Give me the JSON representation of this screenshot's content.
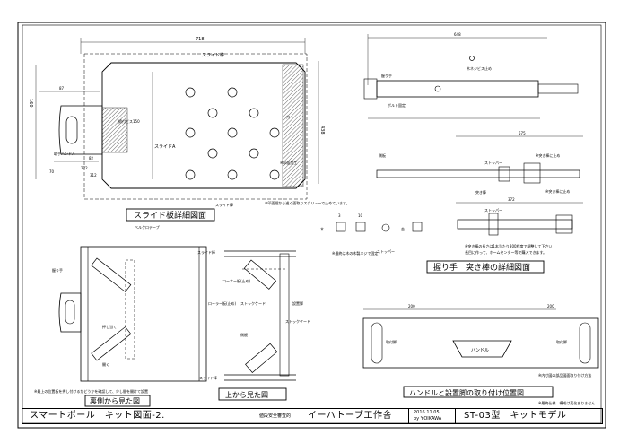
{
  "title_block": {
    "product": "スマートポール　キット図面-2.",
    "maker_note": "値段安全審査的",
    "maker": "イーハトーブ工作舎",
    "date": "2016.11.05",
    "author": "by Y.OIKAWA",
    "model": "ST-03型　キットモデル"
  },
  "slide_panel": {
    "title": "スライド板詳細図面",
    "dim_top": "718",
    "dim_left": "160",
    "dim_side": "438",
    "label_slide_bar": "スライド棒",
    "label_slide_a": "スライドA",
    "label_handle": "取手ハンドル",
    "label_screws": "締付ビス150",
    "label_hole": "穴",
    "label_note": "※印面加工",
    "label_slide_top": "スライド棒",
    "dim_87": "87",
    "dim_82": "82",
    "dim_272": "272",
    "dim_70": "70",
    "dim_312": "312",
    "note_bottom": "※印面鋸から逆く面取りスクリューで止めています。"
  },
  "grip_detail": {
    "title": "握り手　突き棒の詳細図面",
    "dim_total": "648",
    "dim_575": "575",
    "dim_372": "372",
    "label_stopper": "ストッパー",
    "label_stopper2": "ストッパー",
    "label_stick": "突き棒",
    "label_screw": "ボルト固定",
    "label_bolt": "木ネジビス止め",
    "note1": "※突き棒に止め",
    "note2": "※突き棒に止め",
    "note3": "※最終は木の木製ネジで固定",
    "label_grip": "握り手",
    "label_cs": "ストッパー",
    "label_side": "側板",
    "label_part_a": "木",
    "label_part_b": "金",
    "dim_a": "3",
    "dim_b": "10",
    "note_long": "※突き棒の長さは1本当たり800程度で調整して下さい",
    "note_long2": "長目に作って、ホームセンター等で購入できます。"
  },
  "bottom_view": {
    "title": "裏側から見た図",
    "label_velcro": "ベルクロテープ",
    "label_handle": "握り手",
    "label_press": "押し当て",
    "label_open": "開く",
    "note": "※最上の位置板を押し付けるかどうかを確認して、少し間を開けて設置"
  },
  "top_view": {
    "title": "上から見た図",
    "label_slide_rod": "スライド棒",
    "label_slide_rod2": "スライド棒",
    "label_corner": "コーナー板(止め)",
    "label_roller": "ローラー板(止め)",
    "label_stick": "ストックケード",
    "label_install": "設置脚",
    "label_side": "側板",
    "label_stick2": "ストックケード"
  },
  "handle_position": {
    "title": "ハンドルと設置脚の取り付け位置図",
    "label_handle": "ハンドル",
    "label_left": "取付脚",
    "label_right": "取付脚",
    "dim_left": "200",
    "dim_right": "200",
    "note": "※内寸図の部品図面取り付け方法",
    "note2": "※最終仕様　構成は変化ありません"
  }
}
